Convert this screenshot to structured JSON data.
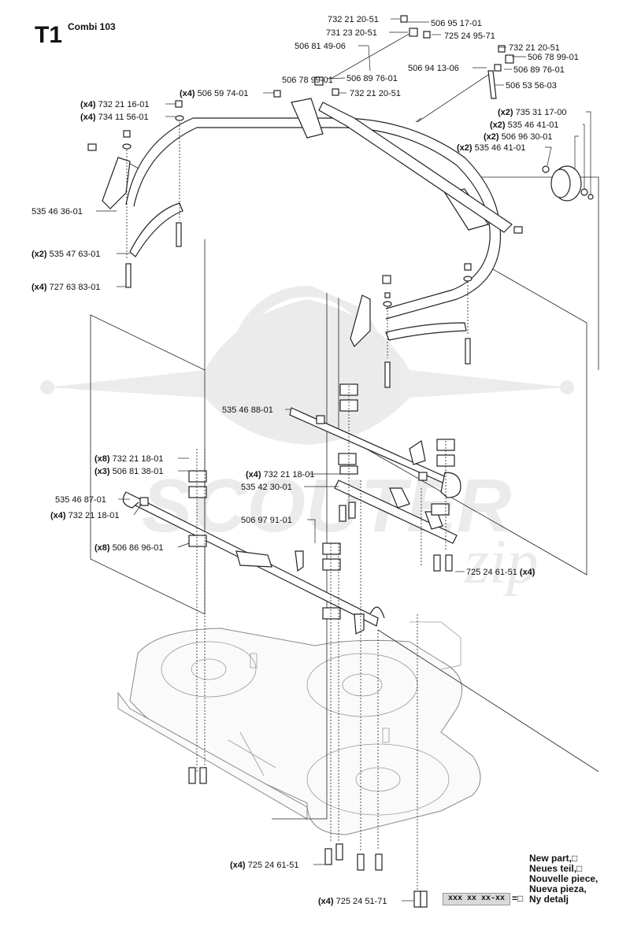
{
  "header": {
    "code": "T1",
    "model": "Combi 103"
  },
  "callouts": [
    {
      "id": "c1",
      "qty": "",
      "part": "732 21 20-51"
    },
    {
      "id": "c2",
      "qty": "",
      "part": "506 95 17-01"
    },
    {
      "id": "c3",
      "qty": "",
      "part": "731 23 20-51"
    },
    {
      "id": "c4",
      "qty": "",
      "part": "725 24 95-71"
    },
    {
      "id": "c5",
      "qty": "",
      "part": "506 81 49-06"
    },
    {
      "id": "c6",
      "qty": "",
      "part": "732 21 20-51"
    },
    {
      "id": "c7",
      "qty": "",
      "part": "506 78 99-01"
    },
    {
      "id": "c8",
      "qty": "",
      "part": "506 94 13-06"
    },
    {
      "id": "c9",
      "qty": "",
      "part": "506 89 76-01"
    },
    {
      "id": "c10",
      "qty": "",
      "part": "506 78 99-01"
    },
    {
      "id": "c11",
      "qty": "",
      "part": "506 89 76-01"
    },
    {
      "id": "c12",
      "qty": "",
      "part": "506 53 56-03"
    },
    {
      "id": "c13",
      "qty": "(x4)",
      "part": "506 59 74-01"
    },
    {
      "id": "c14",
      "qty": "",
      "part": "732 21 20-51"
    },
    {
      "id": "c15",
      "qty": "(x4)",
      "part": "732 21 16-01"
    },
    {
      "id": "c16",
      "qty": "(x2)",
      "part": "735 31 17-00"
    },
    {
      "id": "c17",
      "qty": "(x4)",
      "part": "734 11 56-01"
    },
    {
      "id": "c18",
      "qty": "(x2)",
      "part": "535 46 41-01"
    },
    {
      "id": "c19",
      "qty": "(x2)",
      "part": "506 96 30-01"
    },
    {
      "id": "c20",
      "qty": "(x2)",
      "part": "535 46 41-01"
    },
    {
      "id": "c21",
      "qty": "",
      "part": "535 46 36-01"
    },
    {
      "id": "c22",
      "qty": "(x2)",
      "part": "535 47 63-01"
    },
    {
      "id": "c23",
      "qty": "(x4)",
      "part": "727 63 83-01"
    },
    {
      "id": "c24",
      "qty": "",
      "part": "535 46 88-01"
    },
    {
      "id": "c25",
      "qty": "(x8)",
      "part": "732 21 18-01"
    },
    {
      "id": "c26",
      "qty": "(x3)",
      "part": "506 81 38-01"
    },
    {
      "id": "c27",
      "qty": "(x4)",
      "part": "732 21 18-01"
    },
    {
      "id": "c28",
      "qty": "",
      "part": "535 42 30-01"
    },
    {
      "id": "c29",
      "qty": "",
      "part": "535 46 87-01"
    },
    {
      "id": "c30",
      "qty": "(x4)",
      "part": "732 21 18-01"
    },
    {
      "id": "c31",
      "qty": "",
      "part": "506 97 91-01"
    },
    {
      "id": "c32",
      "qty": "(x8)",
      "part": "506 86 96-01"
    },
    {
      "id": "c33",
      "qty": "(x4)",
      "part": "725 24 61-51"
    },
    {
      "id": "c34",
      "qty": "(x4)",
      "part": "725 24 61-51"
    },
    {
      "id": "c35",
      "qty": "(x4)",
      "part": "725 24 51-71"
    }
  ],
  "legend": {
    "lines": [
      "New part,□",
      "Neues teil,□",
      "Nouvelle piece,",
      "Nueva pieza,",
      "Ny detalj"
    ],
    "box": "xxx xx xx-xx",
    "eq": "=□"
  },
  "watermark": {
    "text": "SCOUTER",
    "suffix": "zip"
  }
}
